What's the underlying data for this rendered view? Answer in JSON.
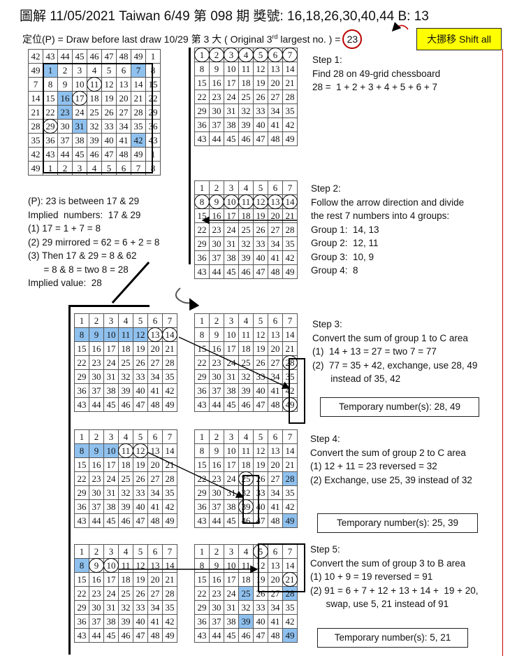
{
  "header": {
    "title": "圖解 11/05/2021 Taiwan 6/49 第 098 期 獎號: 16,18,26,30,40,44 B: 13",
    "pos_text": "定位(P) = Draw before last draw 10/29 第 3 大 ( Original 3",
    "pos_sup": "rd",
    "pos_tail": " largest no. ) =",
    "pos_value": "23",
    "shift": "大挪移 Shift all"
  },
  "colors": {
    "highlight": "#8fc1ef",
    "shift_bg": "#ffff00",
    "ring": "#b00"
  },
  "chessboard": {
    "rows": [
      [
        "42",
        "43",
        "44",
        "45",
        "46",
        "47",
        "48",
        "49",
        "1"
      ],
      [
        "49",
        "1",
        "2",
        "3",
        "4",
        "5",
        "6",
        "7",
        "8"
      ],
      [
        "7",
        "8",
        "9",
        "10",
        "11",
        "12",
        "13",
        "14",
        "15"
      ],
      [
        "14",
        "15",
        "16",
        "17",
        "18",
        "19",
        "20",
        "21",
        "22"
      ],
      [
        "21",
        "22",
        "23",
        "24",
        "25",
        "26",
        "27",
        "28",
        "29"
      ],
      [
        "28",
        "29",
        "30",
        "31",
        "32",
        "33",
        "34",
        "35",
        "36"
      ],
      [
        "35",
        "36",
        "37",
        "38",
        "39",
        "40",
        "41",
        "42",
        "43"
      ],
      [
        "42",
        "43",
        "44",
        "45",
        "46",
        "47",
        "48",
        "49",
        "1"
      ],
      [
        "49",
        "1",
        "2",
        "3",
        "4",
        "5",
        "6",
        "7",
        "8"
      ]
    ],
    "blue": [
      "1,1",
      "1,7",
      "3,2",
      "4,2",
      "5,3",
      "6,7"
    ],
    "circled": [
      "2,4",
      "3,3",
      "5,1"
    ]
  },
  "p_notes": [
    "(P): 23 is between 17 & 29",
    "Implied  numbers:  17 & 29",
    "(1) 17 = 1 + 7 = 8",
    "(2) 29 mirrored = 62 = 6 + 2 = 8",
    "(3) Then 17 & 29 = 8 & 62",
    "      = 8 & 8 = two 8 = 28",
    "Implied value:  28"
  ],
  "board_numbers": [
    [
      "1",
      "2",
      "3",
      "4",
      "5",
      "6",
      "7"
    ],
    [
      "8",
      "9",
      "10",
      "11",
      "12",
      "13",
      "14"
    ],
    [
      "15",
      "16",
      "17",
      "18",
      "19",
      "20",
      "21"
    ],
    [
      "22",
      "23",
      "24",
      "25",
      "26",
      "27",
      "28"
    ],
    [
      "29",
      "30",
      "31",
      "32",
      "33",
      "34",
      "35"
    ],
    [
      "36",
      "37",
      "38",
      "39",
      "40",
      "41",
      "42"
    ],
    [
      "43",
      "44",
      "45",
      "46",
      "47",
      "48",
      "49"
    ]
  ],
  "steps": [
    {
      "lines": [
        "Step 1:",
        "Find 28 on 49-grid chessboard",
        "28 =  1 + 2 + 3 + 4 + 5 + 6 + 7"
      ]
    },
    {
      "lines": [
        "Step 2:",
        "Follow the arrow direction and divide",
        "the rest 7 numbers into 4 groups:",
        "Group 1:  14, 13",
        "Group 2:  12, 11",
        "Group 3:  10, 9",
        "Group 4:  8"
      ]
    },
    {
      "lines": [
        "Step 3:",
        "Convert the sum of group 1 to C area",
        "(1)  14 + 13 = 27 = two 7 = 77",
        "(2)  77 = 35 + 42, exchange, use 28, 49",
        "       instead of 35, 42"
      ],
      "temp": "Temporary number(s):  28, 49"
    },
    {
      "lines": [
        "Step 4:",
        "Convert the sum of group 2 to C area",
        "(1) 12 + 11 = 23 reversed = 32",
        "(2) Exchange, use 25, 39 instead of 32"
      ],
      "temp": "Temporary number(s):  25, 39"
    },
    {
      "lines": [
        "Step 5:",
        "Convert the sum of group 3 to B area",
        "(1) 10 + 9 = 19 reversed = 91",
        "(2) 91 = 6 + 7 + 12 + 13 + 14 +  19 + 20,",
        "      swap, use 5, 21 instead of 91"
      ],
      "temp": "Temporary number(s):  5, 21"
    }
  ]
}
